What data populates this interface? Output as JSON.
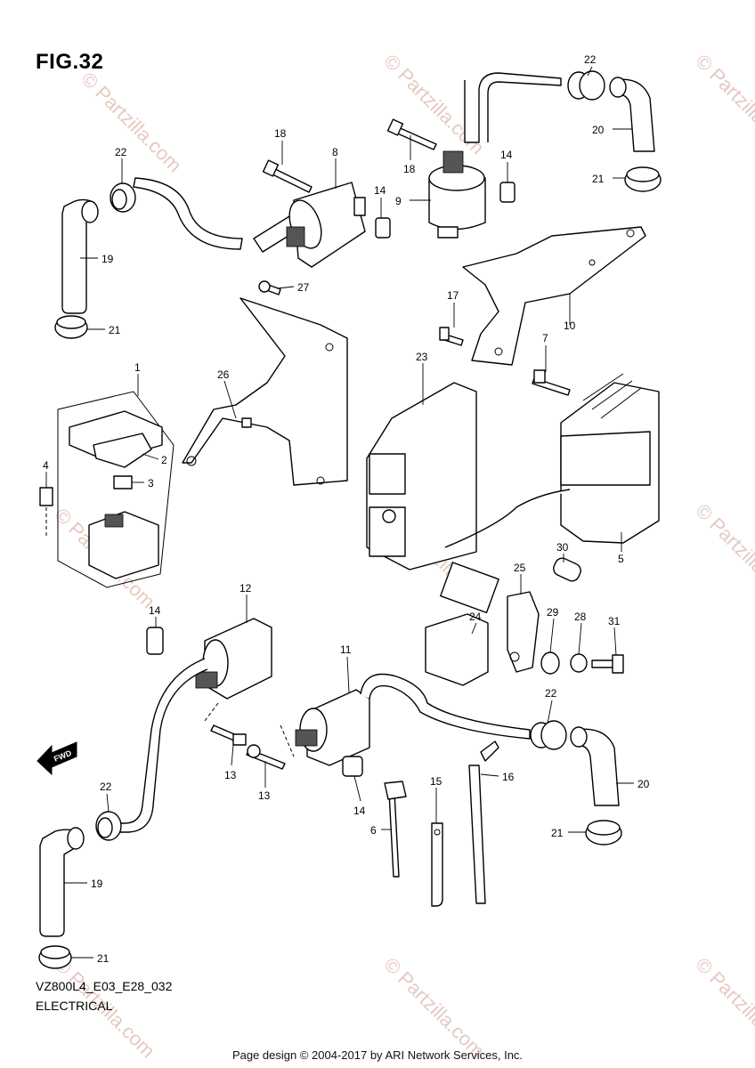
{
  "figure_title": "FIG.32",
  "drawing_code": "VZ800L4_E03_E28_032",
  "section_name": "ELECTRICAL",
  "footer": "Page design © 2004-2017 by ARI Network Services, Inc.",
  "watermark": "© Partzilla.com",
  "direction_marker": "FWD",
  "callouts": {
    "c1": "1",
    "c2": "2",
    "c3": "3",
    "c4": "4",
    "c5": "5",
    "c6": "6",
    "c7": "7",
    "c8": "8",
    "c9": "9",
    "c10": "10",
    "c11": "11",
    "c12": "12",
    "c13a": "13",
    "c13b": "13",
    "c14a": "14",
    "c14b": "14",
    "c14c": "14",
    "c14d": "14",
    "c15": "15",
    "c16": "16",
    "c17": "17",
    "c18a": "18",
    "c18b": "18",
    "c19a": "19",
    "c19b": "19",
    "c20a": "20",
    "c20b": "20",
    "c21a": "21",
    "c21b": "21",
    "c21c": "21",
    "c21d": "21",
    "c22a": "22",
    "c22b": "22",
    "c22c": "22",
    "c22d": "22",
    "c23": "23",
    "c24": "24",
    "c25": "25",
    "c26": "26",
    "c27": "27",
    "c28": "28",
    "c29": "29",
    "c30": "30",
    "c31": "31"
  }
}
